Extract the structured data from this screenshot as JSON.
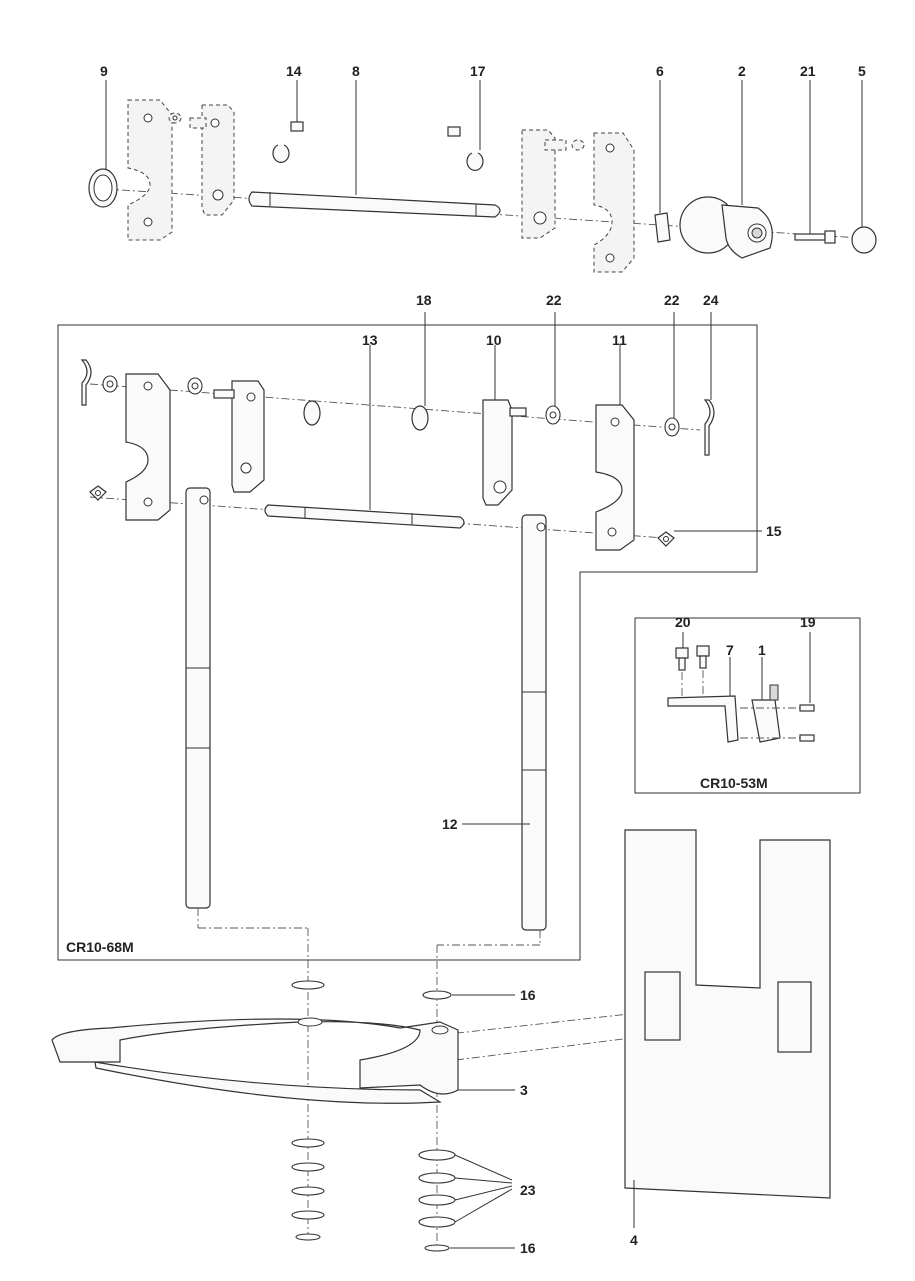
{
  "callouts": {
    "c1": "1",
    "c2": "2",
    "c3": "3",
    "c4": "4",
    "c5": "5",
    "c6": "6",
    "c7": "7",
    "c8": "8",
    "c9": "9",
    "c10": "10",
    "c11": "11",
    "c12": "12",
    "c13": "13",
    "c14": "14",
    "c15": "15",
    "c16a": "16",
    "c16b": "16",
    "c17": "17",
    "c18": "18",
    "c19": "19",
    "c20": "20",
    "c21": "21",
    "c22a": "22",
    "c22b": "22",
    "c23": "23",
    "c24": "24"
  },
  "boxes": {
    "main_kit": "CR10-68M",
    "switch_kit": "CR10-53M"
  }
}
